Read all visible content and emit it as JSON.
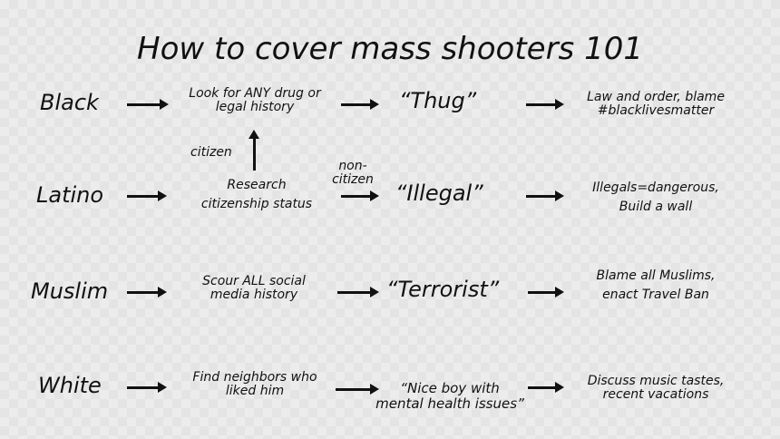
{
  "title": "How to cover mass shooters 101",
  "rows": [
    {
      "group": "Black",
      "step": [
        "Look for ANY drug or",
        "legal history"
      ],
      "label": "“Thug”",
      "outcome": [
        "Law and order, blame",
        "#blacklivesmatter"
      ]
    },
    {
      "group": "Latino",
      "step": [
        "Research",
        "citizenship status"
      ],
      "branch_up": "citizen",
      "branch_right": [
        "non-",
        "citizen"
      ],
      "label": "“Illegal”",
      "outcome": [
        "Illegals=dangerous,",
        "Build a wall"
      ]
    },
    {
      "group": "Muslim",
      "step": [
        "Scour ALL social",
        "media history"
      ],
      "label": "“Terrorist”",
      "outcome": [
        "Blame all Muslims,",
        "enact Travel Ban"
      ]
    },
    {
      "group": "White",
      "step": [
        "Find neighbors who",
        "liked him"
      ],
      "label": [
        "“Nice boy with",
        "mental health issues”"
      ],
      "outcome": [
        "Discuss music tastes,",
        "recent vacations"
      ]
    }
  ]
}
